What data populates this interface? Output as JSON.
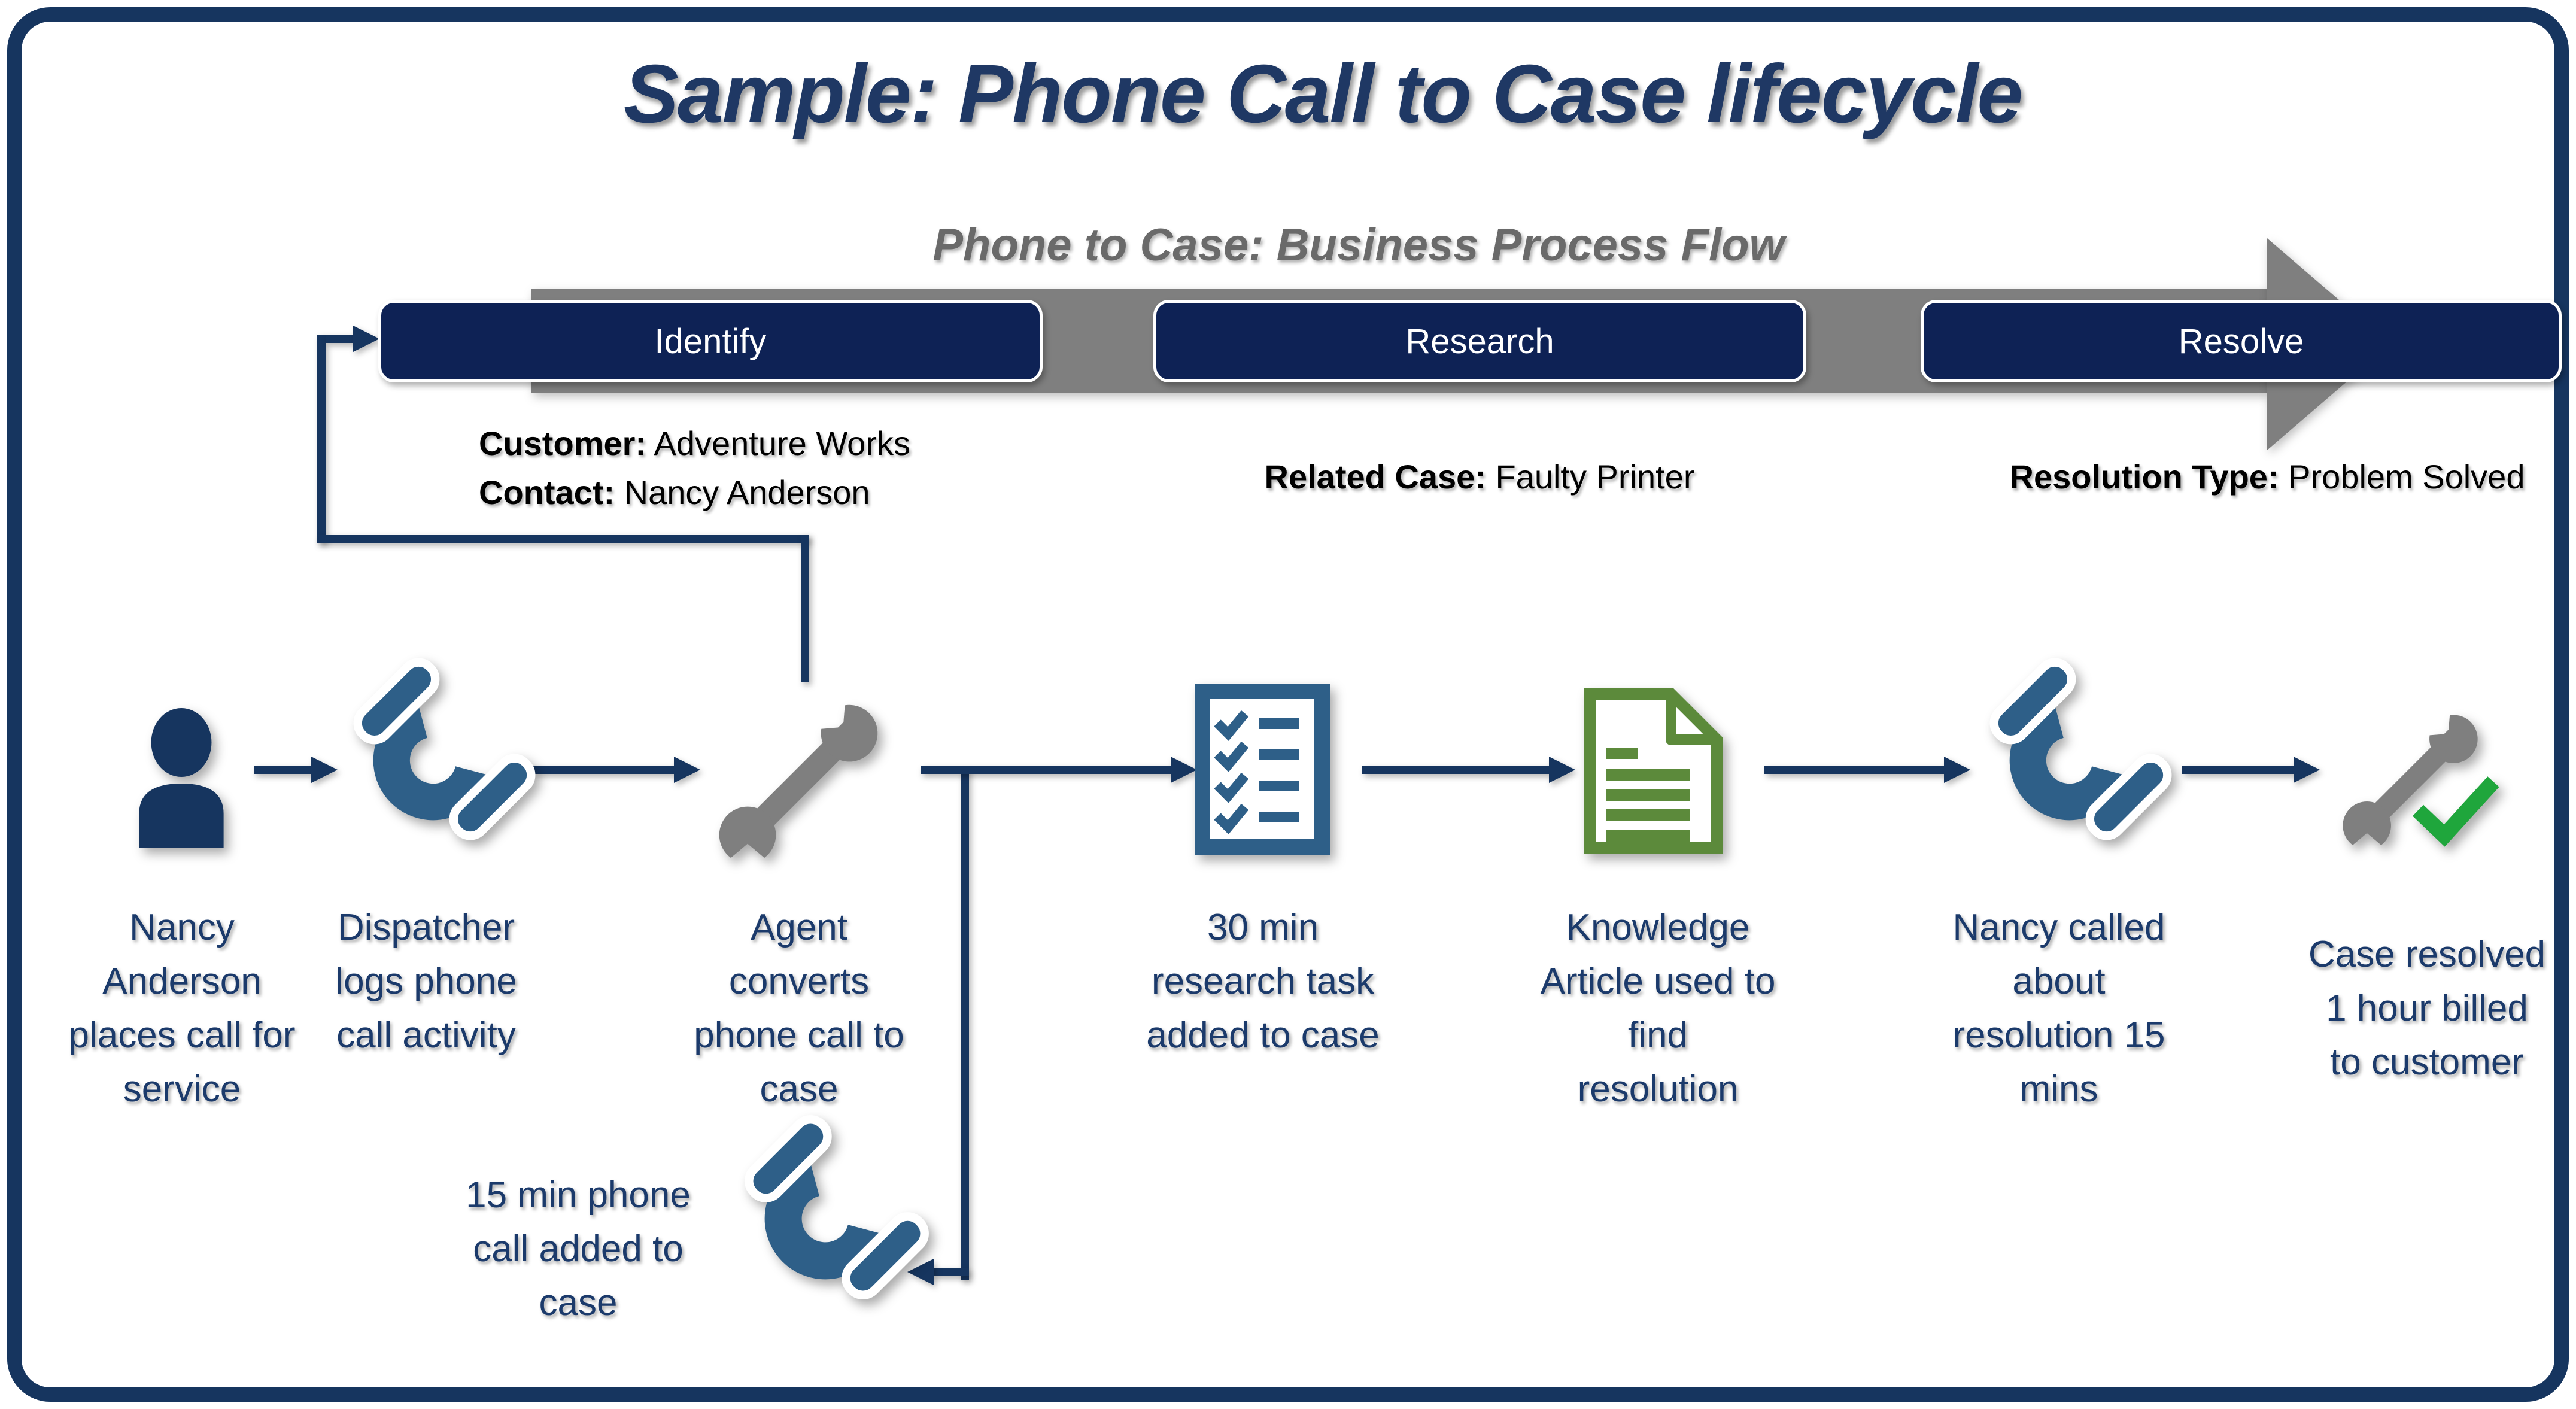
{
  "title": "Sample: Phone Call to Case lifecycle",
  "subtitle": "Phone to Case: Business Process Flow",
  "stages": [
    {
      "label": "Identify",
      "details": [
        {
          "label": "Customer:",
          "value": "Adventure Works"
        },
        {
          "label": "Contact:",
          "value": "Nancy Anderson"
        }
      ]
    },
    {
      "label": "Research",
      "details": [
        {
          "label": "Related Case:",
          "value": "Faulty Printer"
        }
      ]
    },
    {
      "label": "Resolve",
      "details": [
        {
          "label": "Resolution Type:",
          "value": "Problem Solved"
        }
      ]
    }
  ],
  "flow_steps": [
    {
      "icon": "person",
      "caption_lines": [
        "Nancy",
        "Anderson",
        "places call for",
        "service"
      ]
    },
    {
      "icon": "phone-handset",
      "caption_lines": [
        "Dispatcher",
        "logs phone",
        "call activity"
      ]
    },
    {
      "icon": "wrench",
      "caption_lines": [
        "Agent",
        "converts",
        "phone call to",
        "case"
      ]
    },
    {
      "icon": "task-checklist",
      "caption_lines": [
        "30 min",
        "research task",
        "added to case"
      ]
    },
    {
      "icon": "knowledge-article",
      "caption_lines": [
        "Knowledge",
        "Article used to",
        "find",
        "resolution"
      ]
    },
    {
      "icon": "phone-handset",
      "caption_lines": [
        "Nancy called",
        "about",
        "resolution 15",
        "mins"
      ]
    },
    {
      "icon": "wrench-check",
      "caption_lines": [
        "Case resolved",
        "1 hour billed",
        "to customer"
      ]
    }
  ],
  "branch_step": {
    "icon": "phone-handset",
    "caption_lines": [
      "15 min phone",
      "call added to",
      "case"
    ]
  },
  "colors": {
    "navy": "#16355F",
    "navy_dark": "#0E2255",
    "navy_text": "#1B3A6B",
    "title_navy": "#1F3864",
    "steel_blue": "#2E5F88",
    "gray": "#7F7F7F",
    "green": "#5C8A3B",
    "check_green": "#1FA63C",
    "subtitle_gray": "#6A6A6A",
    "text_black": "#000000"
  }
}
